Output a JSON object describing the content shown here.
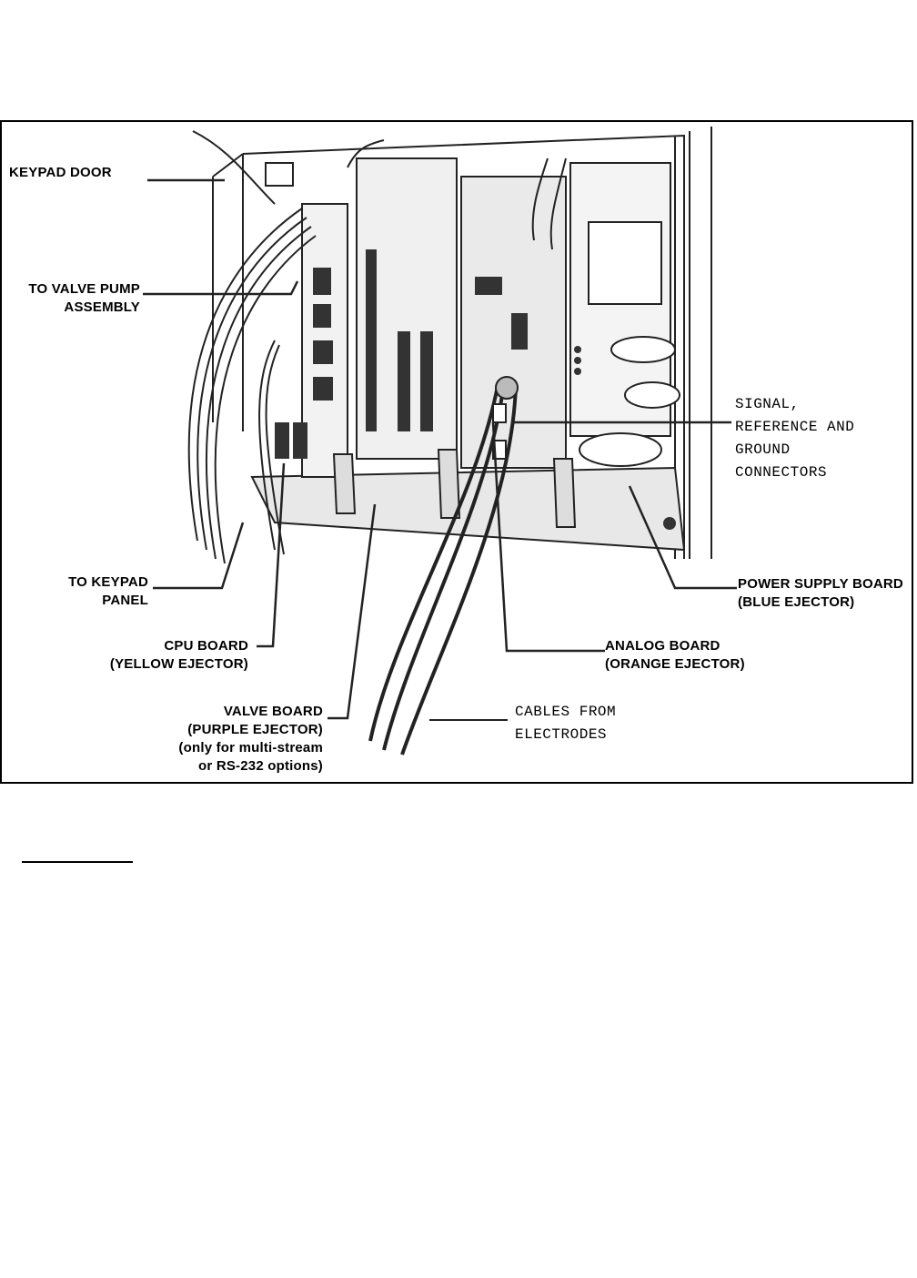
{
  "labels": {
    "keypad_door": "KEYPAD DOOR",
    "to_valve_pump": [
      "TO VALVE PUMP",
      "ASSEMBLY"
    ],
    "to_keypad_panel": [
      "TO KEYPAD",
      "PANEL"
    ],
    "cpu_board": [
      "CPU BOARD",
      "(YELLOW EJECTOR)"
    ],
    "valve_board": [
      "VALVE BOARD",
      "(PURPLE EJECTOR)",
      "(only for multi-stream",
      "or RS-232 options)"
    ],
    "analog_board": [
      "ANALOG BOARD",
      "(ORANGE EJECTOR)"
    ],
    "cables_from_electrodes": [
      "CABLES FROM",
      "ELECTRODES"
    ],
    "signal_connectors": [
      "SIGNAL,",
      "REFERENCE AND",
      "GROUND",
      "CONNECTORS"
    ],
    "power_supply_board": [
      "POWER SUPPLY BOARD",
      "(BLUE EJECTOR)"
    ]
  }
}
